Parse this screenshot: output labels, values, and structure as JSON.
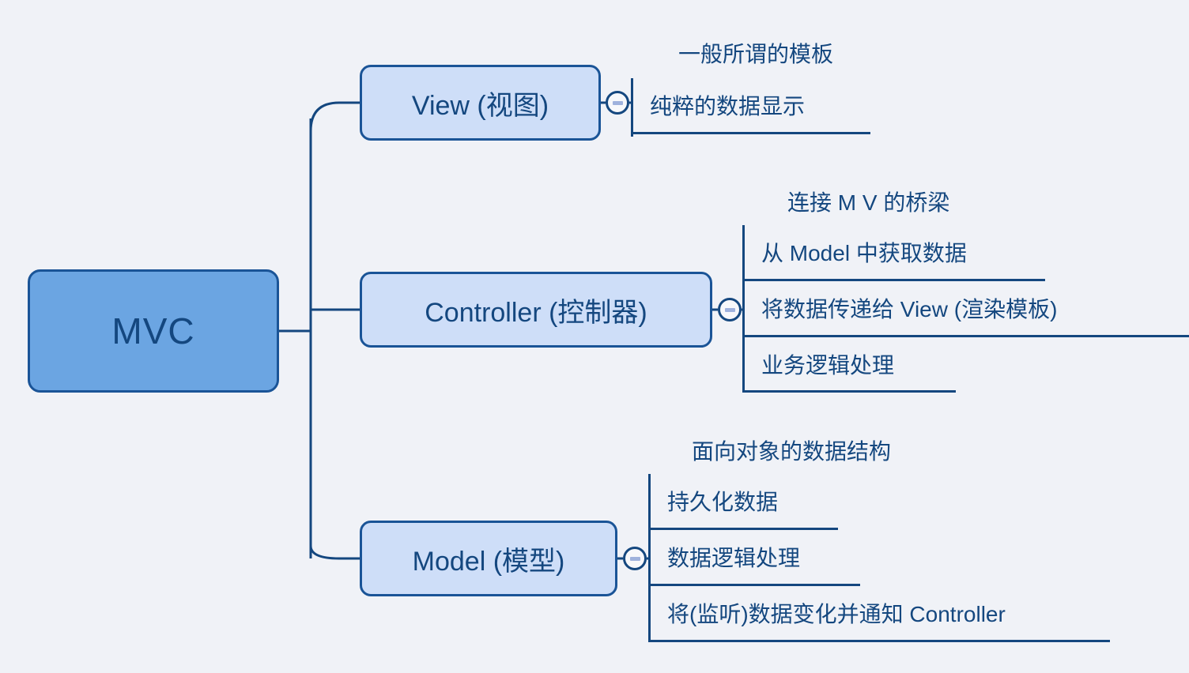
{
  "diagram": {
    "type": "mindmap",
    "title": "MVC",
    "background_color": "#f0f2f7",
    "root": {
      "label": "MVC",
      "fill_color": "#6ba5e2",
      "border_color": "#1a5497",
      "text_color": "#14477f"
    },
    "branch_style": {
      "fill_color": "#cedef8",
      "border_color": "#1a5497",
      "text_color": "#14477f"
    },
    "toggle_icon_name": "collapse-minus-icon",
    "branches": [
      {
        "label": "View (视图)",
        "leaves": [
          "一般所谓的模板",
          "纯粹的数据显示"
        ]
      },
      {
        "label": "Controller (控制器)",
        "leaves": [
          "连接 M V 的桥梁",
          "从 Model 中获取数据",
          "将数据传递给 View (渲染模板)",
          "业务逻辑处理"
        ]
      },
      {
        "label": "Model (模型)",
        "leaves": [
          "面向对象的数据结构",
          "持久化数据",
          "数据逻辑处理",
          "将(监听)数据变化并通知 Controller"
        ]
      }
    ]
  }
}
